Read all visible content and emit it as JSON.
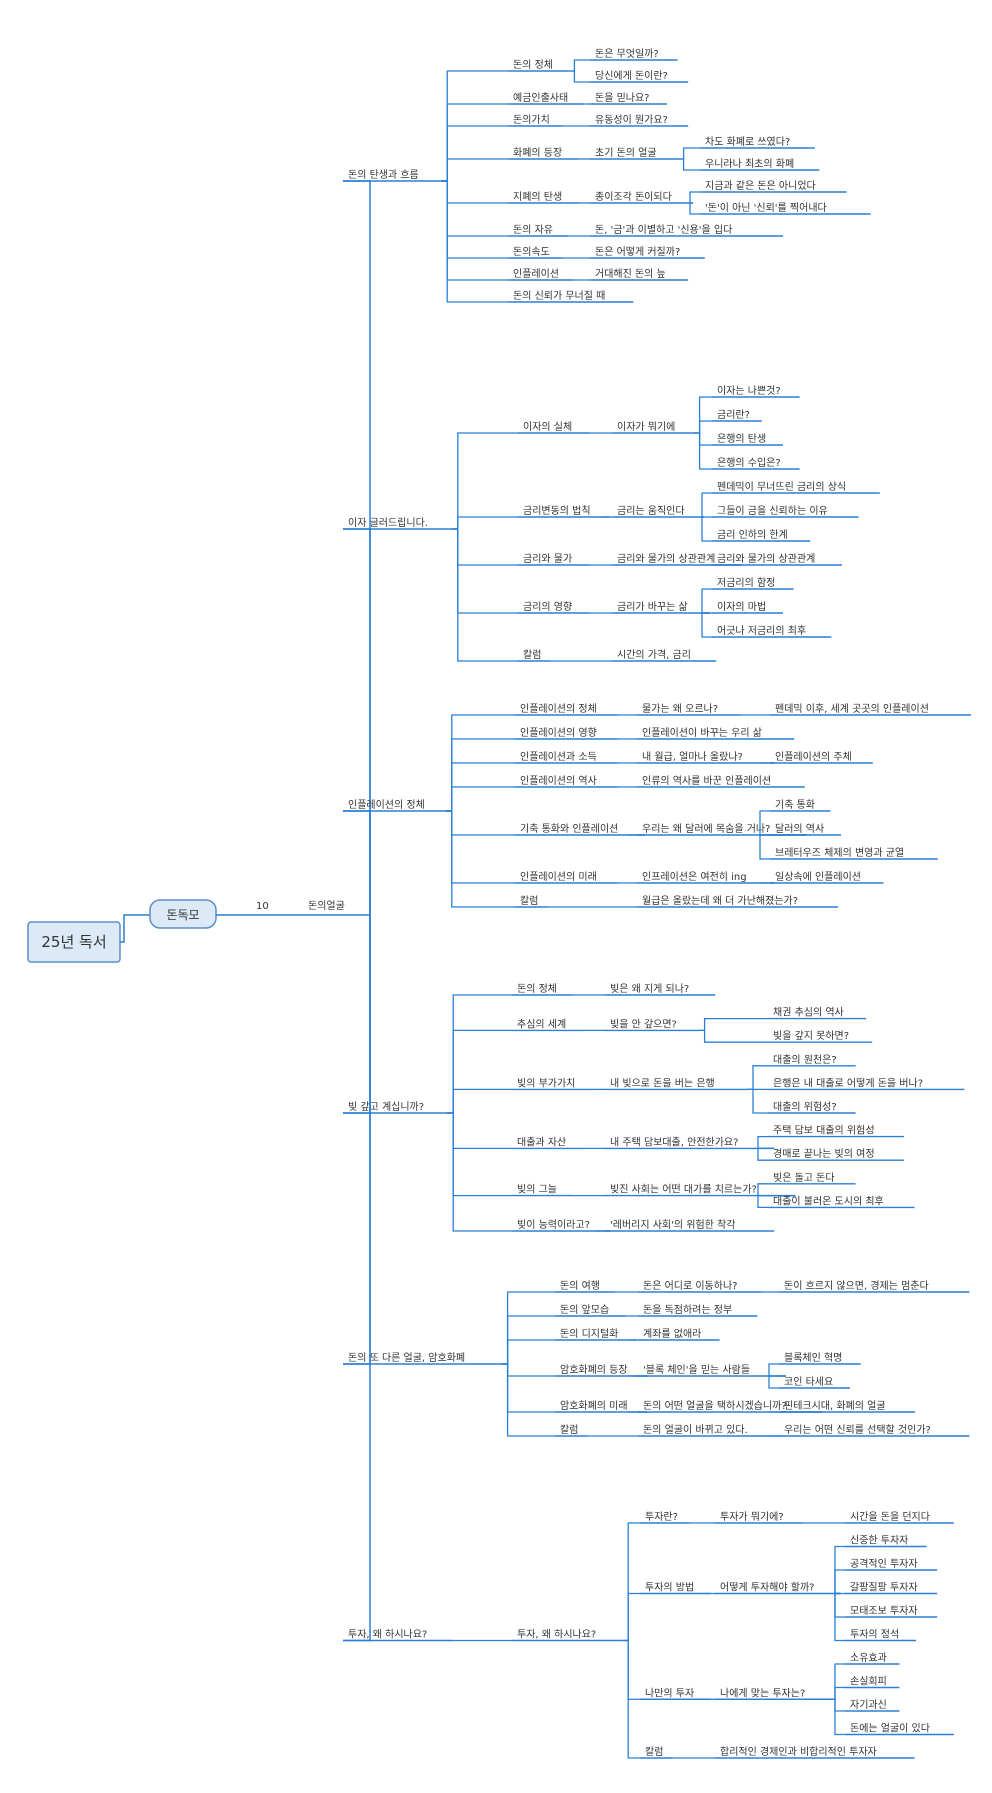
{
  "colors": {
    "line": "#2b7fd6",
    "box_fill": "#dce9f7",
    "box_stroke": "#5b8fc9",
    "text": "#333333"
  },
  "root": "25년 독서",
  "book": "돈독모",
  "count": "10",
  "title": "돈의얼굴",
  "tree": [
    {
      "label": "돈의 탄생과 흐름",
      "children": [
        {
          "label": "돈의 정체",
          "children": [
            {
              "label": "돈은 무엇일까?"
            },
            {
              "label": "당신에게 돈이란?"
            }
          ]
        },
        {
          "label": "예금인출사태",
          "children": [
            {
              "label": "돈을 믿나요?"
            }
          ]
        },
        {
          "label": "돈의가치",
          "children": [
            {
              "label": "유동성이 뭔가요?"
            }
          ]
        },
        {
          "label": "화폐의 등장",
          "children": [
            {
              "label": "초기 돈의 얼굴",
              "children": [
                {
                  "label": "차도 화폐로 쓰였다?"
                },
                {
                  "label": "우니라나 최초의 화폐"
                }
              ]
            }
          ]
        },
        {
          "label": "지폐의 탄생",
          "children": [
            {
              "label": "종이조각 돈이되다",
              "children": [
                {
                  "label": "지금과 같은 돈은 아니었다"
                },
                {
                  "label": "'돈'이 아닌 '신뢰'를 찍어내다"
                }
              ]
            }
          ]
        },
        {
          "label": "돈의 자유",
          "children": [
            {
              "label": "돈, '금'과 이별하고 '신용'을 입다"
            }
          ]
        },
        {
          "label": "돈의속도",
          "children": [
            {
              "label": "돈은 어떻게 커질까?"
            }
          ]
        },
        {
          "label": "인플레이션",
          "children": [
            {
              "label": "거대해진 돈의 늪"
            }
          ]
        },
        {
          "label": "돈의 신뢰가 무너질 때"
        }
      ]
    },
    {
      "label": "이자 글러드립니다.",
      "children": [
        {
          "label": "이자의 실체",
          "children": [
            {
              "label": "이자가 뭐기에",
              "children": [
                {
                  "label": "이자는 나쁜것?"
                },
                {
                  "label": "금리란?"
                },
                {
                  "label": "은행의 탄생"
                },
                {
                  "label": "은행의 수입은?"
                }
              ]
            }
          ]
        },
        {
          "label": "금리변동의 법칙",
          "children": [
            {
              "label": "금리는 움직인다",
              "children": [
                {
                  "label": "펜데믹이 무너뜨린 금리의 상식"
                },
                {
                  "label": "그들이 금을 신뢰하는 이유"
                },
                {
                  "label": "금리 인하의 한계"
                }
              ]
            }
          ]
        },
        {
          "label": "금리와 물가",
          "children": [
            {
              "label": "금리와 물가의 상관관계",
              "children": [
                {
                  "label": "금리와 물가의 상관관계"
                }
              ]
            }
          ]
        },
        {
          "label": "금리의 영향",
          "children": [
            {
              "label": "금리가 바꾸는 삶",
              "children": [
                {
                  "label": "저금리의 함정"
                },
                {
                  "label": "이자의 마법"
                },
                {
                  "label": "어긋나 저금리의 최후"
                }
              ]
            }
          ]
        },
        {
          "label": "칼럼",
          "children": [
            {
              "label": "시간의 가격, 금리"
            }
          ]
        }
      ]
    },
    {
      "label": "인플레이션의 정체",
      "children": [
        {
          "label": "인플레이션의 정체",
          "children": [
            {
              "label": "물가는 왜 오르나?",
              "children": [
                {
                  "label": "펜데믹 이후, 세계 곳곳의 인플레이션"
                }
              ]
            }
          ]
        },
        {
          "label": "인플레이션의 영향",
          "children": [
            {
              "label": "인플레이션이 바꾸는 우리 삶"
            }
          ]
        },
        {
          "label": "인플레이션과 소득",
          "children": [
            {
              "label": "내 월급, 얼마나 올랐나?",
              "children": [
                {
                  "label": "인플레이션의 주체"
                }
              ]
            }
          ]
        },
        {
          "label": "인플레이션의 역사",
          "children": [
            {
              "label": "인류의 역사를 바꾼 인플레이션"
            }
          ]
        },
        {
          "label": "기축 통화와 인플레이션",
          "children": [
            {
              "label": "우리는 왜 달러에 목숨을 거나?",
              "children": [
                {
                  "label": "기축 통화"
                },
                {
                  "label": "달러의 역사"
                },
                {
                  "label": "브레터우즈 체제의 변영과 균열"
                }
              ]
            }
          ]
        },
        {
          "label": "인플레이션의 미래",
          "children": [
            {
              "label": "인프레이션은 여전히 ing",
              "children": [
                {
                  "label": "일상속에 인플레이션"
                }
              ]
            }
          ]
        },
        {
          "label": "칼럼",
          "children": [
            {
              "label": "월급은 올랐는데 왜 더 가난해졌는가?"
            }
          ]
        }
      ]
    },
    {
      "label": "빚 갚고 계십니까?",
      "children": [
        {
          "label": "돈의 정체",
          "children": [
            {
              "label": "빚은 왜 지게 되나?"
            }
          ]
        },
        {
          "label": "추심의 세계",
          "children": [
            {
              "label": "빚을 안 갚으면?",
              "children": [
                {
                  "label": "채권 추심의 역사"
                },
                {
                  "label": "빚을 갚지 못하면?"
                }
              ]
            }
          ]
        },
        {
          "label": "빚의 부가가치",
          "children": [
            {
              "label": "내 빚으로 돈을 버는 은행",
              "children": [
                {
                  "label": "대출의 원천은?"
                },
                {
                  "label": "은행은 내 대출로 어떻게 돈을 버나?"
                },
                {
                  "label": "대출의 위험성?"
                }
              ]
            }
          ]
        },
        {
          "label": "대출과 자산",
          "children": [
            {
              "label": "내 주택 담보대출, 안전한가요?",
              "children": [
                {
                  "label": "주택 담보 대출의 위험성"
                },
                {
                  "label": "경매로 끝나는 빚의 여정"
                }
              ]
            }
          ]
        },
        {
          "label": "빚의 그늘",
          "children": [
            {
              "label": "빚진 사회는 어떤 대가를 치르는가?",
              "children": [
                {
                  "label": "빚은 돌고 돈다"
                },
                {
                  "label": "대출이 불러온 도시의 최후"
                }
              ]
            }
          ]
        },
        {
          "label": "빚이 능력이라고?",
          "children": [
            {
              "label": "'레버리지 사회'의 위험한 착각"
            }
          ]
        }
      ]
    },
    {
      "label": "돈의 또 다른 얼굴, 암호화폐",
      "children": [
        {
          "label": "돈의 여행",
          "children": [
            {
              "label": "돈은 어디로 이동하나?",
              "children": [
                {
                  "label": "돈이 흐르지 않으면, 경제는 멈춘다"
                }
              ]
            }
          ]
        },
        {
          "label": "돈의 앞모습",
          "children": [
            {
              "label": "돈을 독점하려는 정부"
            }
          ]
        },
        {
          "label": "돈의 디지털화",
          "children": [
            {
              "label": "계좌를 없애라"
            }
          ]
        },
        {
          "label": "암호화폐의 등장",
          "children": [
            {
              "label": "'블록 체인'을 믿는 사람들",
              "children": [
                {
                  "label": "블록체인 혁명"
                },
                {
                  "label": "코인 타세요"
                }
              ]
            }
          ]
        },
        {
          "label": "암호화폐의 미래",
          "children": [
            {
              "label": "돈의 어떤 얼굴을 택하시겠습니까?",
              "children": [
                {
                  "label": "핀테크시대, 화폐의 얼굴"
                }
              ]
            }
          ]
        },
        {
          "label": "칼럼",
          "children": [
            {
              "label": "돈의 얼굴이 바뀌고 있다.",
              "children": [
                {
                  "label": "우리는 어떤 신뢰를 선택할 것인가?"
                }
              ]
            }
          ]
        }
      ]
    },
    {
      "label": "투자, 왜 하시나요?",
      "children": [
        {
          "label": "투자, 왜 하시나요?",
          "children": [
            {
              "label": "투자란?",
              "children": [
                {
                  "label": "투자가 뭐기에?",
                  "children": [
                    {
                      "label": "시간을 돈을 던지다"
                    }
                  ]
                }
              ]
            },
            {
              "label": "투자의 방법",
              "children": [
                {
                  "label": "어떻게 투자해야 할까?",
                  "children": [
                    {
                      "label": "신중한 투자자"
                    },
                    {
                      "label": "공격적인 투자자"
                    },
                    {
                      "label": "갈팡질팡 투자자"
                    },
                    {
                      "label": "모태조보 투자자"
                    },
                    {
                      "label": "투자의 정석"
                    }
                  ]
                }
              ]
            },
            {
              "label": "나만의 투자",
              "children": [
                {
                  "label": "나에게 맞는 투자는?",
                  "children": [
                    {
                      "label": "소유효과"
                    },
                    {
                      "label": "손실회피"
                    },
                    {
                      "label": "자기과신"
                    },
                    {
                      "label": "돈에는 얼굴이 있다"
                    }
                  ]
                }
              ]
            },
            {
              "label": "칼럼",
              "children": [
                {
                  "label": "합리적인 경제인과 비합리적인 투자자"
                }
              ]
            }
          ]
        }
      ]
    }
  ]
}
